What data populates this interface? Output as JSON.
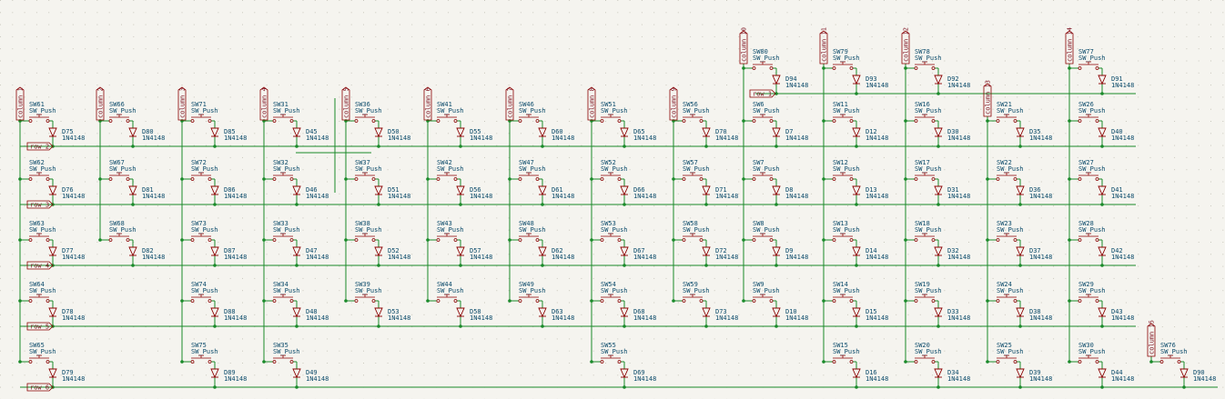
{
  "colors": {
    "background": "#f5f4ef",
    "wire": "#1a8a2a",
    "component": "#8b0000",
    "text": "#0a4a6a",
    "grid_dot": "#c9c7bd"
  },
  "switch_type": "SW_Push",
  "diode_value": "1N4148",
  "row_labels": [
    "row 1",
    "row 2",
    "row 3",
    "row 4",
    "row 5",
    "row 6"
  ],
  "column_labels": [
    "column 1",
    "column 2",
    "column 3",
    "column 4",
    "column 5",
    "column 6",
    "column 7",
    "column 8",
    "column 9",
    "column 10",
    "column 11",
    "column 12",
    "column 13",
    "column 14",
    "column 15"
  ],
  "cells": [
    {
      "col": 1,
      "row": 2,
      "sw": "SW61",
      "d": "D75"
    },
    {
      "col": 2,
      "row": 2,
      "sw": "SW66",
      "d": "D80"
    },
    {
      "col": 3,
      "row": 2,
      "sw": "SW71",
      "d": "D85"
    },
    {
      "col": 4,
      "row": 2,
      "sw": "SW31",
      "d": "D45"
    },
    {
      "col": 5,
      "row": 2,
      "sw": "SW36",
      "d": "D50"
    },
    {
      "col": 6,
      "row": 2,
      "sw": "SW41",
      "d": "D55"
    },
    {
      "col": 7,
      "row": 2,
      "sw": "SW46",
      "d": "D60"
    },
    {
      "col": 8,
      "row": 2,
      "sw": "SW51",
      "d": "D65"
    },
    {
      "col": 9,
      "row": 2,
      "sw": "SW56",
      "d": "D70"
    },
    {
      "col": 10,
      "row": 2,
      "sw": "SW6",
      "d": "D7"
    },
    {
      "col": 11,
      "row": 2,
      "sw": "SW11",
      "d": "D12"
    },
    {
      "col": 12,
      "row": 2,
      "sw": "SW16",
      "d": "D30"
    },
    {
      "col": 13,
      "row": 2,
      "sw": "SW21",
      "d": "D35"
    },
    {
      "col": 14,
      "row": 2,
      "sw": "SW26",
      "d": "D40"
    },
    {
      "col": 1,
      "row": 3,
      "sw": "SW62",
      "d": "D76"
    },
    {
      "col": 2,
      "row": 3,
      "sw": "SW67",
      "d": "D81"
    },
    {
      "col": 3,
      "row": 3,
      "sw": "SW72",
      "d": "D86"
    },
    {
      "col": 4,
      "row": 3,
      "sw": "SW32",
      "d": "D46"
    },
    {
      "col": 5,
      "row": 3,
      "sw": "SW37",
      "d": "D51"
    },
    {
      "col": 6,
      "row": 3,
      "sw": "SW42",
      "d": "D56"
    },
    {
      "col": 7,
      "row": 3,
      "sw": "SW47",
      "d": "D61"
    },
    {
      "col": 8,
      "row": 3,
      "sw": "SW52",
      "d": "D66"
    },
    {
      "col": 9,
      "row": 3,
      "sw": "SW57",
      "d": "D71"
    },
    {
      "col": 10,
      "row": 3,
      "sw": "SW7",
      "d": "D8"
    },
    {
      "col": 11,
      "row": 3,
      "sw": "SW12",
      "d": "D13"
    },
    {
      "col": 12,
      "row": 3,
      "sw": "SW17",
      "d": "D31"
    },
    {
      "col": 13,
      "row": 3,
      "sw": "SW22",
      "d": "D36"
    },
    {
      "col": 14,
      "row": 3,
      "sw": "SW27",
      "d": "D41"
    },
    {
      "col": 1,
      "row": 4,
      "sw": "SW63",
      "d": "D77"
    },
    {
      "col": 2,
      "row": 4,
      "sw": "SW68",
      "d": "D82"
    },
    {
      "col": 3,
      "row": 4,
      "sw": "SW73",
      "d": "D87"
    },
    {
      "col": 4,
      "row": 4,
      "sw": "SW33",
      "d": "D47"
    },
    {
      "col": 5,
      "row": 4,
      "sw": "SW38",
      "d": "D52"
    },
    {
      "col": 6,
      "row": 4,
      "sw": "SW43",
      "d": "D57"
    },
    {
      "col": 7,
      "row": 4,
      "sw": "SW48",
      "d": "D62"
    },
    {
      "col": 8,
      "row": 4,
      "sw": "SW53",
      "d": "D67"
    },
    {
      "col": 9,
      "row": 4,
      "sw": "SW58",
      "d": "D72"
    },
    {
      "col": 10,
      "row": 4,
      "sw": "SW8",
      "d": "D9"
    },
    {
      "col": 11,
      "row": 4,
      "sw": "SW13",
      "d": "D14"
    },
    {
      "col": 12,
      "row": 4,
      "sw": "SW18",
      "d": "D32"
    },
    {
      "col": 13,
      "row": 4,
      "sw": "SW23",
      "d": "D37"
    },
    {
      "col": 14,
      "row": 4,
      "sw": "SW28",
      "d": "D42"
    },
    {
      "col": 1,
      "row": 5,
      "sw": "SW64",
      "d": "D78"
    },
    {
      "col": 3,
      "row": 5,
      "sw": "SW74",
      "d": "D88"
    },
    {
      "col": 4,
      "row": 5,
      "sw": "SW34",
      "d": "D48"
    },
    {
      "col": 5,
      "row": 5,
      "sw": "SW39",
      "d": "D53"
    },
    {
      "col": 6,
      "row": 5,
      "sw": "SW44",
      "d": "D58"
    },
    {
      "col": 7,
      "row": 5,
      "sw": "SW49",
      "d": "D63"
    },
    {
      "col": 8,
      "row": 5,
      "sw": "SW54",
      "d": "D68"
    },
    {
      "col": 9,
      "row": 5,
      "sw": "SW59",
      "d": "D73"
    },
    {
      "col": 10,
      "row": 5,
      "sw": "SW9",
      "d": "D10"
    },
    {
      "col": 11,
      "row": 5,
      "sw": "SW14",
      "d": "D15"
    },
    {
      "col": 12,
      "row": 5,
      "sw": "SW19",
      "d": "D33"
    },
    {
      "col": 13,
      "row": 5,
      "sw": "SW24",
      "d": "D38"
    },
    {
      "col": 14,
      "row": 5,
      "sw": "SW29",
      "d": "D43"
    },
    {
      "col": 1,
      "row": 6,
      "sw": "SW65",
      "d": "D79"
    },
    {
      "col": 3,
      "row": 6,
      "sw": "SW75",
      "d": "D89"
    },
    {
      "col": 4,
      "row": 6,
      "sw": "SW35",
      "d": "D49"
    },
    {
      "col": 8,
      "row": 6,
      "sw": "SW55",
      "d": "D69"
    },
    {
      "col": 11,
      "row": 6,
      "sw": "SW15",
      "d": "D16"
    },
    {
      "col": 12,
      "row": 6,
      "sw": "SW20",
      "d": "D34"
    },
    {
      "col": 13,
      "row": 6,
      "sw": "SW25",
      "d": "D39"
    },
    {
      "col": 14,
      "row": 6,
      "sw": "SW30",
      "d": "D44"
    },
    {
      "col": 15,
      "row": 6,
      "sw": "SW76",
      "d": "D90"
    },
    {
      "col": 10,
      "row": 1,
      "sw": "SW80",
      "d": "D94"
    },
    {
      "col": 11,
      "row": 1,
      "sw": "SW79",
      "d": "D93"
    },
    {
      "col": 12,
      "row": 1,
      "sw": "SW78",
      "d": "D92"
    },
    {
      "col": 14,
      "row": 1,
      "sw": "SW77",
      "d": "D91"
    }
  ]
}
